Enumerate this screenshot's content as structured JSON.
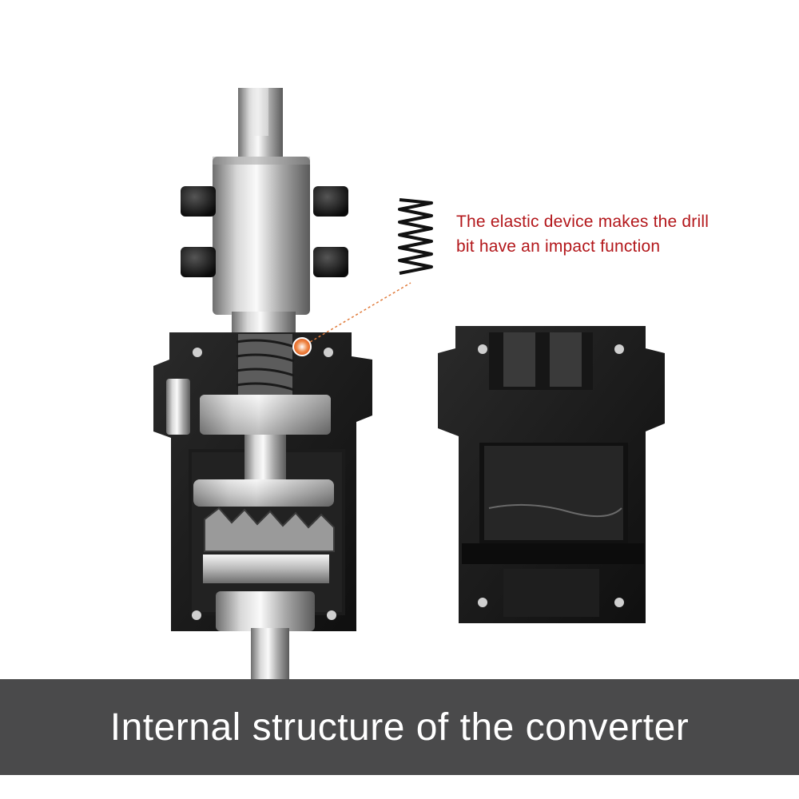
{
  "callout": {
    "line1": "The elastic device makes the drill",
    "line2": "bit have an impact function",
    "color": "#b3171b"
  },
  "caption": {
    "text": "Internal structure of the converter",
    "bar_color": "#4a4a4b"
  },
  "icons": [
    "spring-icon",
    "leader-dot-icon"
  ]
}
